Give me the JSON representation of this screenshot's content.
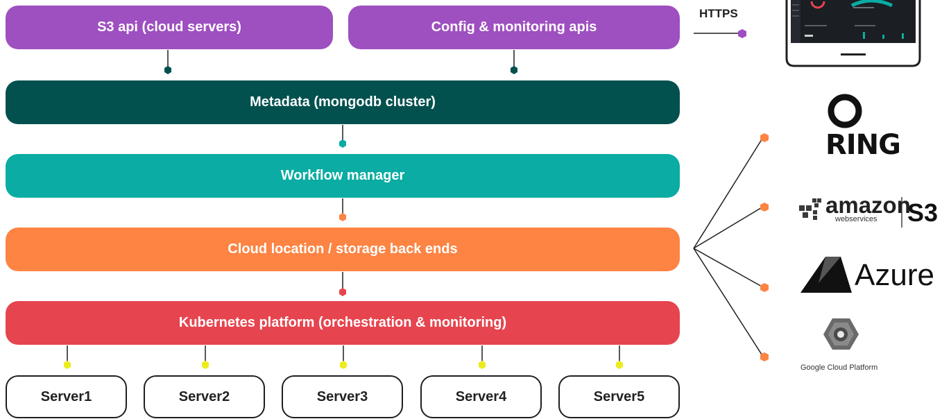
{
  "layers": {
    "s3_api": {
      "label": "S3 api (cloud servers)",
      "color": "#9e4fc0"
    },
    "config_apis": {
      "label": "Config & monitoring apis",
      "color": "#9e4fc0"
    },
    "metadata": {
      "label": "Metadata (mongodb cluster)",
      "color": "#02514f"
    },
    "workflow": {
      "label": "Workflow manager",
      "color": "#0aaca3"
    },
    "cloud_location": {
      "label": "Cloud location / storage back ends",
      "color": "#fd8443"
    },
    "kubernetes": {
      "label": "Kubernetes platform (orchestration & monitoring)",
      "color": "#e6454f"
    }
  },
  "servers": [
    "Server1",
    "Server2",
    "Server3",
    "Server4",
    "Server5"
  ],
  "https_label": "HTTPS",
  "logos": {
    "ring": "RING",
    "amazon": {
      "main": "amazon",
      "sub": "webservices",
      "product": "S3"
    },
    "azure": "Azure",
    "gcp": "Google Cloud Platform"
  },
  "colors": {
    "purple_dot": "#9e4fc0",
    "teal_dark_dot": "#02514f",
    "teal_dot": "#0aaca3",
    "orange_dot": "#fd8443",
    "red_dot": "#e6454f",
    "yellow_dot": "#ecec1c",
    "line": "#1f1f1f"
  }
}
